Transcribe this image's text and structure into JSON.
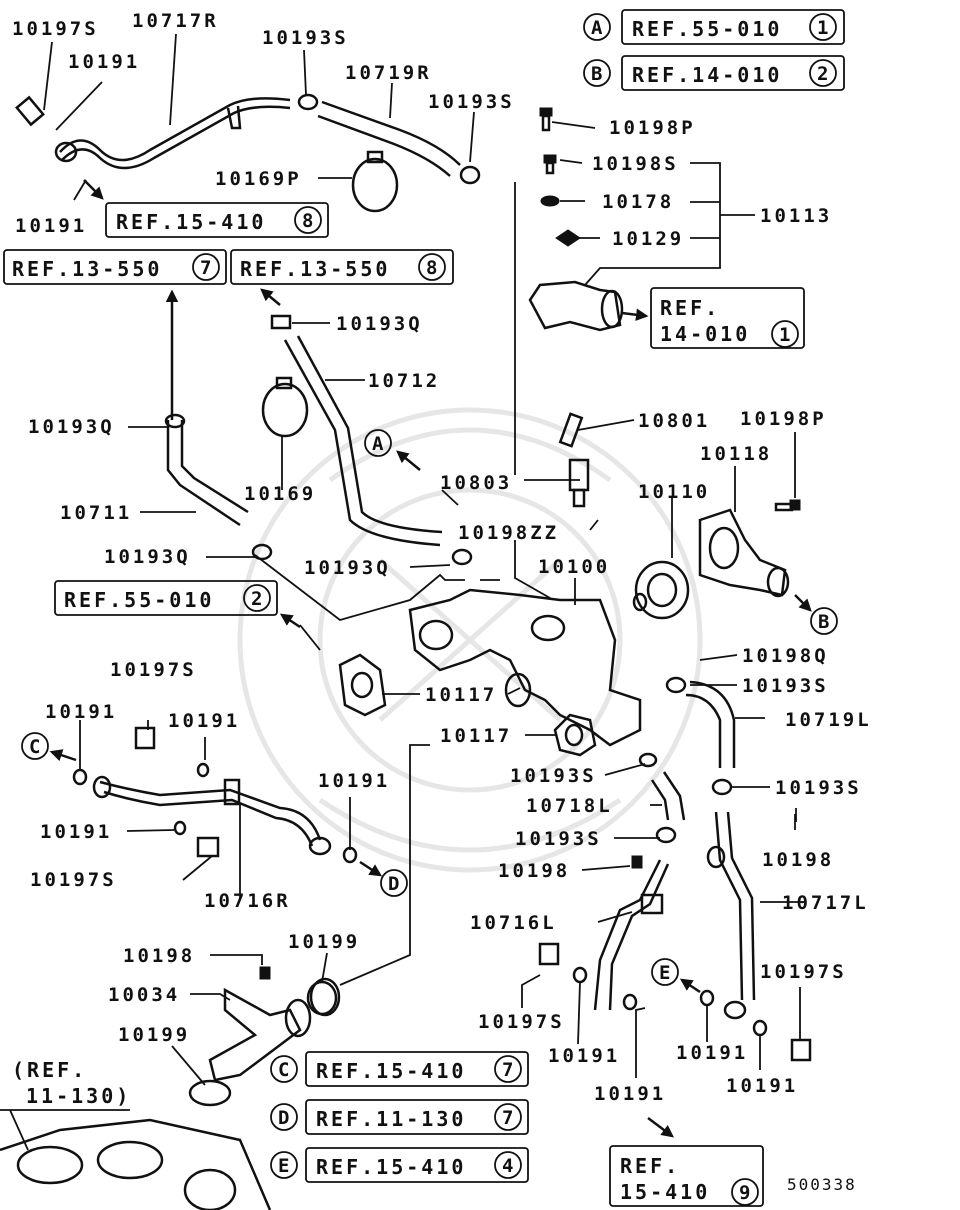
{
  "diagram": {
    "code": "500338",
    "parts": [
      {
        "id": "10197S-a",
        "label": "10197S"
      },
      {
        "id": "10717R",
        "label": "10717R"
      },
      {
        "id": "10191-a",
        "label": "10191"
      },
      {
        "id": "10193S-a",
        "label": "10193S"
      },
      {
        "id": "10719R",
        "label": "10719R"
      },
      {
        "id": "10193S-b",
        "label": "10193S"
      },
      {
        "id": "10198P-a",
        "label": "10198P"
      },
      {
        "id": "10198S",
        "label": "10198S"
      },
      {
        "id": "10178",
        "label": "10178"
      },
      {
        "id": "10113",
        "label": "10113"
      },
      {
        "id": "10129",
        "label": "10129"
      },
      {
        "id": "10169P",
        "label": "10169P"
      },
      {
        "id": "10191-b",
        "label": "10191"
      },
      {
        "id": "10193Q-a",
        "label": "10193Q"
      },
      {
        "id": "10712",
        "label": "10712"
      },
      {
        "id": "10193Q-b",
        "label": "10193Q"
      },
      {
        "id": "10801",
        "label": "10801"
      },
      {
        "id": "10198P-b",
        "label": "10198P"
      },
      {
        "id": "10118",
        "label": "10118"
      },
      {
        "id": "10169",
        "label": "10169"
      },
      {
        "id": "10803",
        "label": "10803"
      },
      {
        "id": "10110",
        "label": "10110"
      },
      {
        "id": "10711",
        "label": "10711"
      },
      {
        "id": "10198ZZ",
        "label": "10198ZZ"
      },
      {
        "id": "10193Q-c",
        "label": "10193Q"
      },
      {
        "id": "10193Q-d",
        "label": "10193Q"
      },
      {
        "id": "10100",
        "label": "10100"
      },
      {
        "id": "10198Q",
        "label": "10198Q"
      },
      {
        "id": "10193S-c",
        "label": "10193S"
      },
      {
        "id": "10197S-b",
        "label": "10197S"
      },
      {
        "id": "10117-a",
        "label": "10117"
      },
      {
        "id": "10191-c",
        "label": "10191"
      },
      {
        "id": "10191-d",
        "label": "10191"
      },
      {
        "id": "10719L",
        "label": "10719L"
      },
      {
        "id": "10117-b",
        "label": "10117"
      },
      {
        "id": "10193S-d",
        "label": "10193S"
      },
      {
        "id": "10191-e",
        "label": "10191"
      },
      {
        "id": "10193S-e",
        "label": "10193S"
      },
      {
        "id": "10718L",
        "label": "10718L"
      },
      {
        "id": "10191-f",
        "label": "10191"
      },
      {
        "id": "10193S-f",
        "label": "10193S"
      },
      {
        "id": "10198-a",
        "label": "10198"
      },
      {
        "id": "10197S-c",
        "label": "10197S"
      },
      {
        "id": "10198-b",
        "label": "10198"
      },
      {
        "id": "10716R",
        "label": "10716R"
      },
      {
        "id": "10716L",
        "label": "10716L"
      },
      {
        "id": "10717L",
        "label": "10717L"
      },
      {
        "id": "10198-c",
        "label": "10198"
      },
      {
        "id": "10199-a",
        "label": "10199"
      },
      {
        "id": "10034",
        "label": "10034"
      },
      {
        "id": "10197S-d",
        "label": "10197S"
      },
      {
        "id": "10199-b",
        "label": "10199"
      },
      {
        "id": "10197S-e",
        "label": "10197S"
      },
      {
        "id": "10191-g",
        "label": "10191"
      },
      {
        "id": "10191-h",
        "label": "10191"
      },
      {
        "id": "10191-i",
        "label": "10191"
      },
      {
        "id": "10191-j",
        "label": "10191"
      }
    ],
    "refs": {
      "refA": {
        "letter": "A",
        "text": "REF.55-010",
        "num": "1"
      },
      "refB": {
        "letter": "B",
        "text": "REF.14-010",
        "num": "2"
      },
      "ref15_410_8": {
        "text": "REF.15-410",
        "num": "8"
      },
      "ref13_550_7": {
        "text": "REF.13-550",
        "num": "7"
      },
      "ref13_550_8": {
        "text": "REF.13-550",
        "num": "8"
      },
      "ref14_010_1": {
        "line1": "REF.",
        "line2": "14-010",
        "num": "1"
      },
      "ref55_010_2": {
        "text": "REF.55-010",
        "num": "2"
      },
      "refC": {
        "letter": "C",
        "text": "REF.15-410",
        "num": "7"
      },
      "refD": {
        "letter": "D",
        "text": "REF.11-130",
        "num": "7"
      },
      "refE": {
        "letter": "E",
        "text": "REF.15-410",
        "num": "4"
      },
      "ref15_410_9": {
        "line1": "REF.",
        "line2": "15-410",
        "num": "9"
      },
      "ref11_130": {
        "line1": "(REF.",
        "line2": "11-130)"
      }
    },
    "markers": {
      "A": "A",
      "B": "B",
      "C": "C",
      "D": "D",
      "E": "E"
    }
  }
}
